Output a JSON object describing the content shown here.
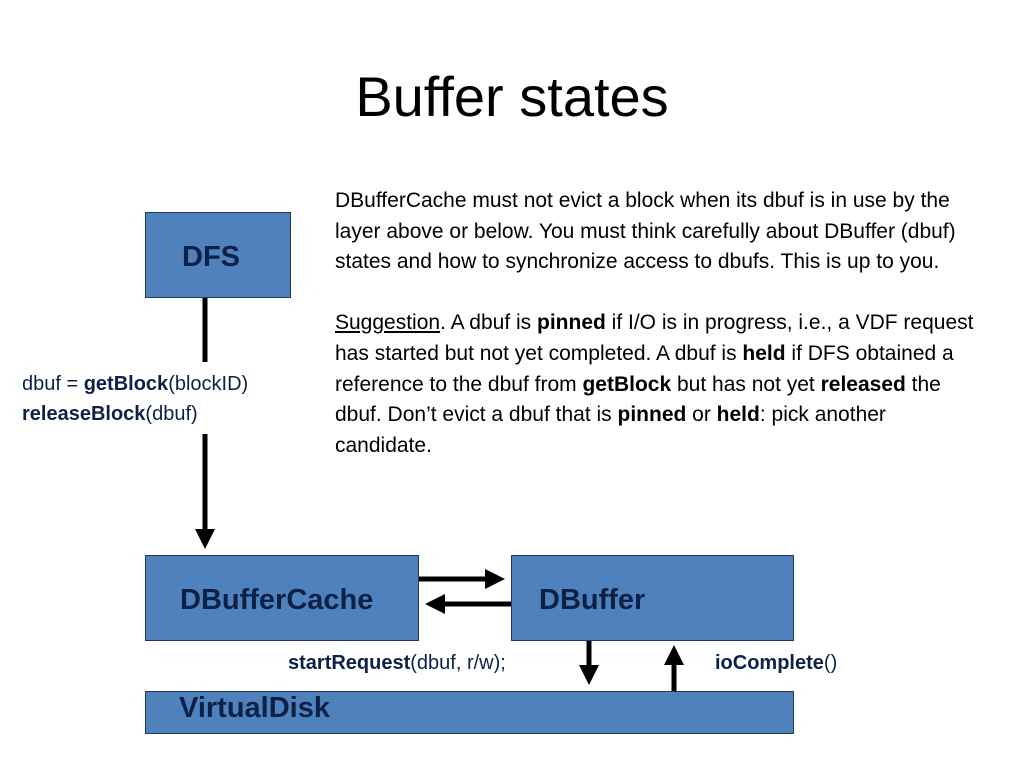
{
  "slide": {
    "title": "Buffer states"
  },
  "description": {
    "para1": "DBufferCache must not evict a block when its dbuf is in use by the layer above or below.   You must think carefully about DBuffer (dbuf) states and how to synchronize access to dbufs.  This is up to you.",
    "para2": {
      "suggestion_label": "Suggestion",
      "t1": ".  A dbuf is ",
      "pinned": "pinned",
      "t2": " if I/O is in progress, i.e., a VDF request has started but not yet completed.  A dbuf is ",
      "held": "held",
      "t3": " if DFS obtained a reference to the dbuf from ",
      "getblock": "getBlock",
      "t4": " but has not yet ",
      "released": "released",
      "t5": " the dbuf.  Don’t evict a dbuf that is ",
      "pinned2": "pinned",
      "t6": " or ",
      "held2": "held",
      "t7": ": pick another candidate."
    }
  },
  "boxes": {
    "dfs": "DFS",
    "dbuffercache": "DBufferCache",
    "dbuffer": "DBuffer",
    "virtualdisk": "VirtualDisk"
  },
  "labels": {
    "get_prefix": "dbuf = ",
    "get_fn": "getBlock",
    "get_args": "(blockID)",
    "release_fn": "releaseBlock",
    "release_args": "(dbuf)",
    "start_fn": "startRequest",
    "start_args": "(dbuf, r/w);",
    "io_fn": "ioComplete",
    "io_args": "()"
  },
  "colors": {
    "box_fill": "#4f81bd",
    "box_text": "#0d2147"
  }
}
